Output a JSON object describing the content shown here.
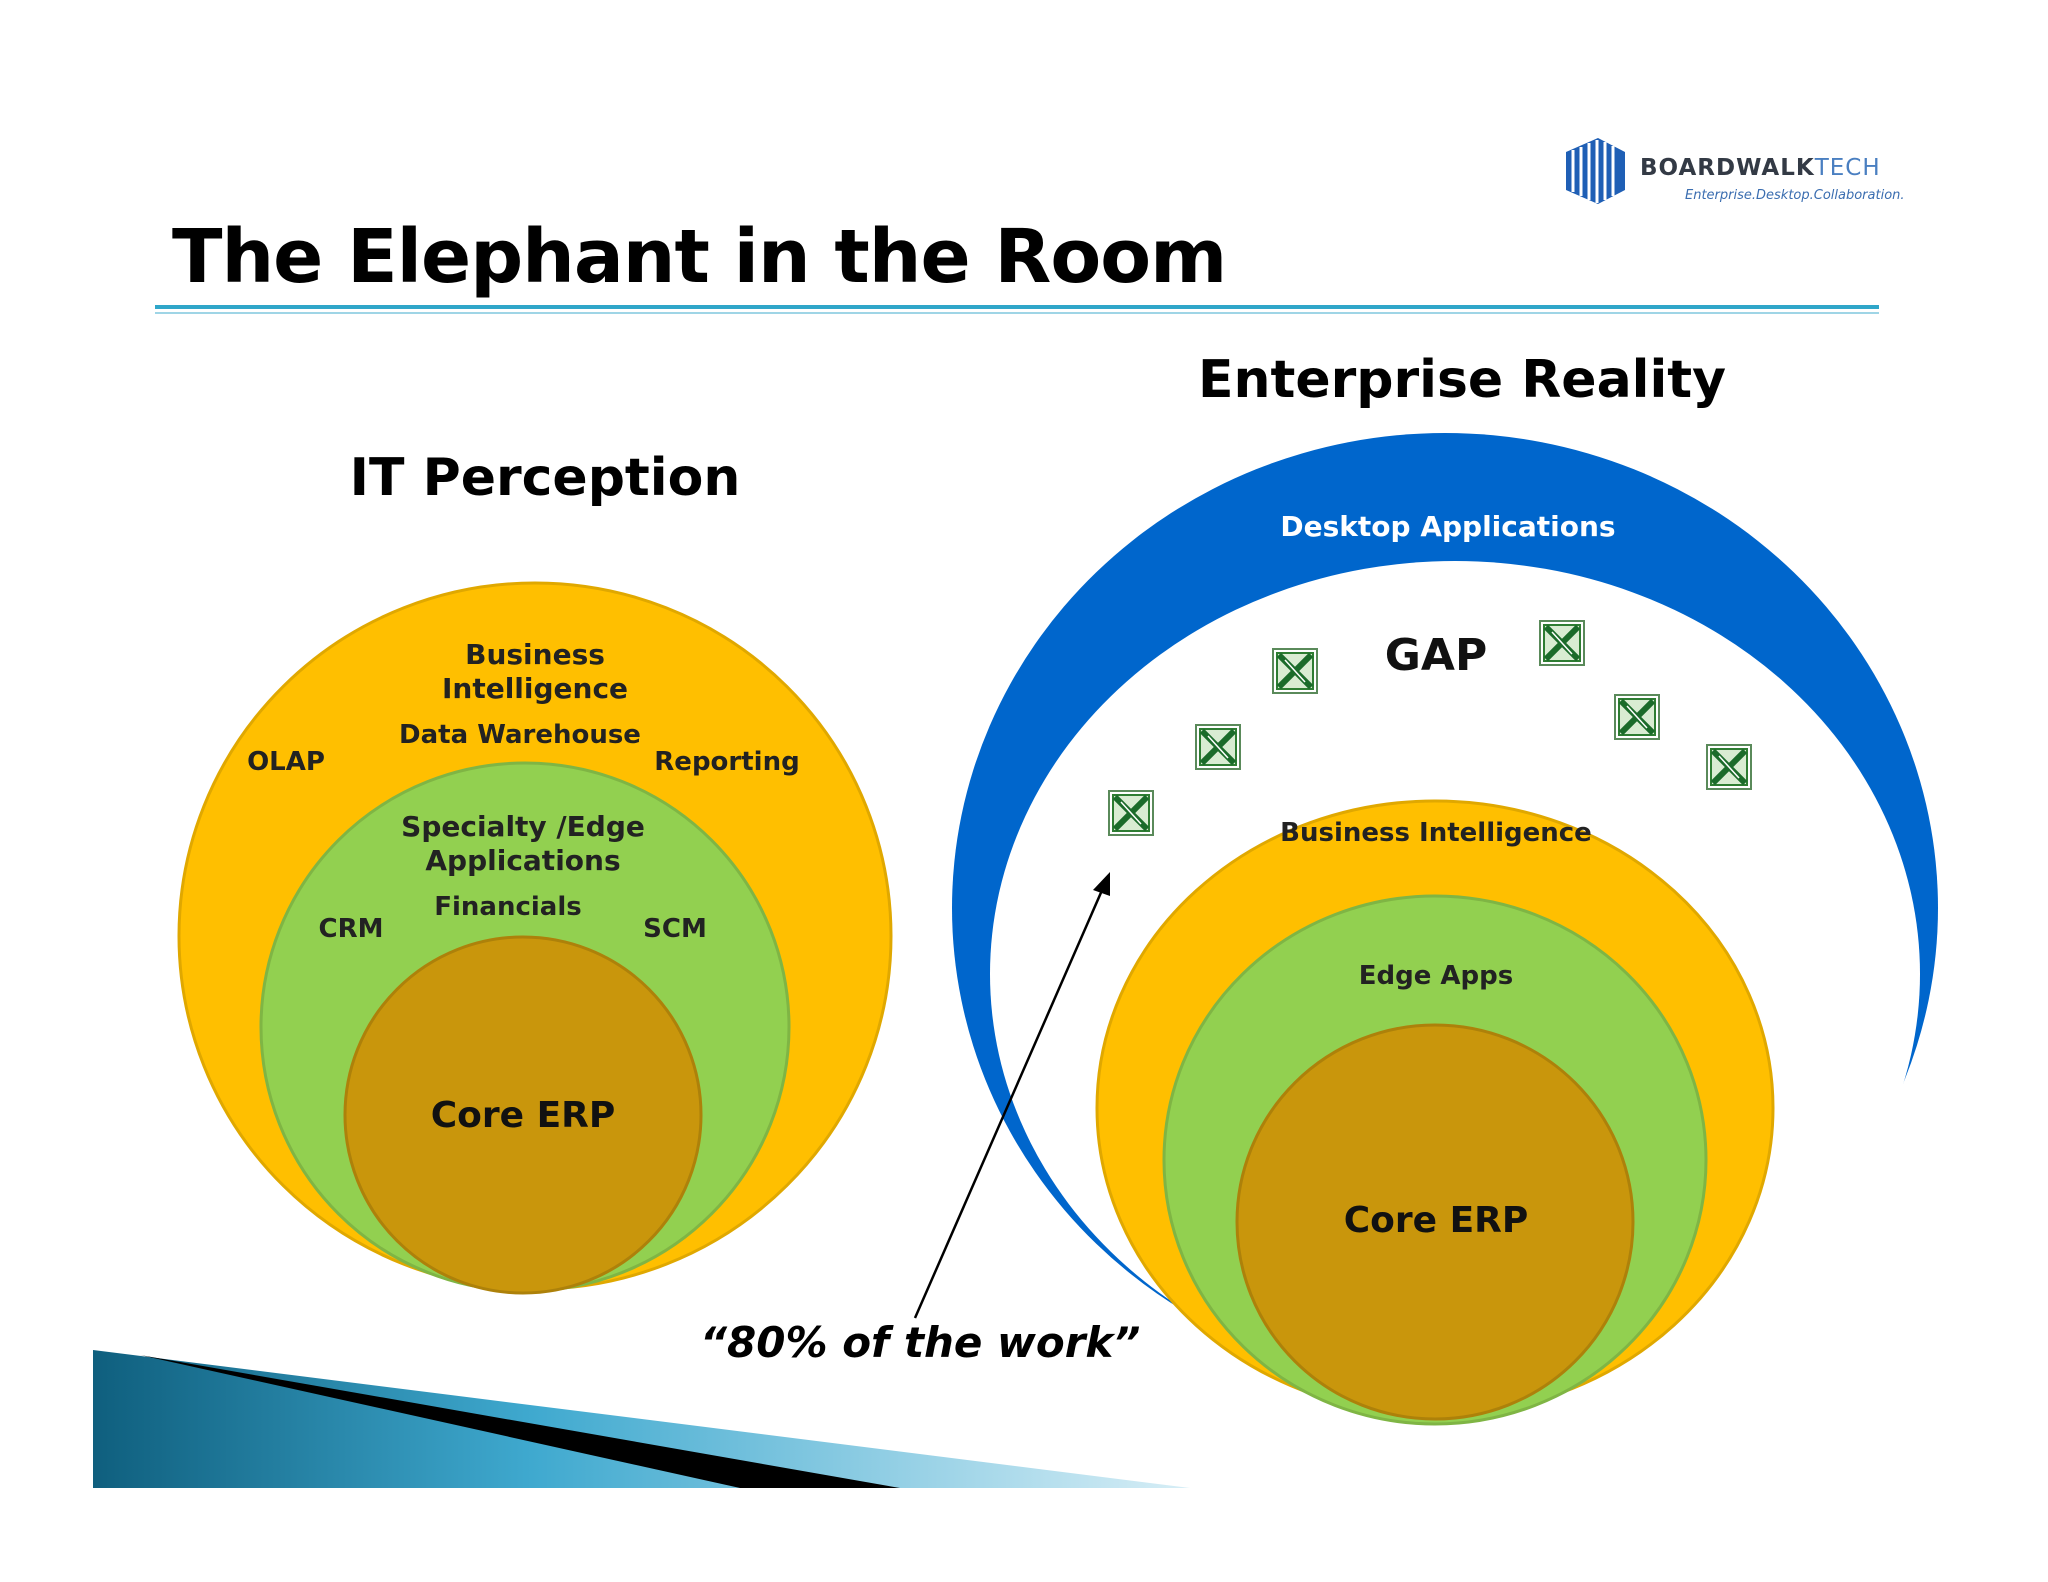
{
  "title": "The Elephant in the Room",
  "logo": {
    "name_main": "BOARDWALK",
    "name_accent": "TECH",
    "tagline": "Enterprise.Desktop.Collaboration."
  },
  "it_perception": {
    "heading": "IT Perception",
    "outer_label": "Business\nIntelligence",
    "outer_items": [
      "Data Warehouse",
      "OLAP",
      "Reporting"
    ],
    "middle_label": "Specialty /Edge\nApplications",
    "middle_items": [
      "Financials",
      "CRM",
      "SCM"
    ],
    "core_label": "Core ERP"
  },
  "enterprise_reality": {
    "heading": "Enterprise Reality",
    "ring_label": "Desktop Applications",
    "gap_label": "GAP",
    "outer_label": "Business Intelligence",
    "middle_label": "Edge Apps",
    "core_label": "Core ERP",
    "spreadsheet_icon": "excel-icon"
  },
  "annotation": "“80% of the work”",
  "colors": {
    "yellow": "#ffbf00",
    "green": "#92d050",
    "core": "#c9960c",
    "blue": "#0066cc",
    "rule": "#2fa6c9"
  }
}
